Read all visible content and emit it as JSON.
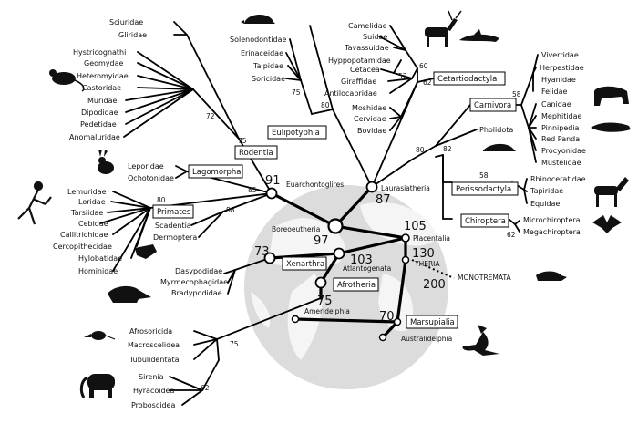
{
  "taxa": {
    "sciuridae": "Sciuridae",
    "gliridae": "Gliridae",
    "hystricognathi": "Hystricognathi",
    "geomydae": "Geomydae",
    "heteromyidae": "Heteromyidae",
    "castoridae": "Castoridae",
    "muridae": "Muridae",
    "dipodidae": "Dipodidae",
    "pedetidae": "Pedetidae",
    "anomaluridae": "Anomaluridae",
    "leporidae": "Leporidae",
    "ochotonidae": "Ochotonidae",
    "lemuridae": "Lemuridae",
    "loridae": "Loridae",
    "tarsiidae": "Tarsiidae",
    "cebidae": "Cebidae",
    "callitrichidae": "Callitrichidae",
    "cercopithecidae": "Cercopithecidae",
    "hylobatidae": "Hylobatidae",
    "hominidae": "Hominidae",
    "scadentia": "Scadentia",
    "dermoptera": "Dermoptera",
    "solenodontidae": "Solenodontidae",
    "erinaceidae": "Erinaceidae",
    "talpidae": "Talpidae",
    "soricidae": "Soricidae",
    "camelidae": "Camelidae",
    "suidae": "Suidae",
    "tavassuidae": "Tavassuidae",
    "hyppopotamidae": "Hyppopotamidae",
    "cetacea": "Cetacea",
    "giraffidae": "Giraffidae",
    "antilocapridae": "Antilocapridae",
    "moshidae": "Moshidae",
    "cervidae": "Cervidae",
    "bovidae": "Bovidae",
    "viverridae": "Viverridae",
    "herpestidae": "Herpestidae",
    "hyanidae": "Hyanidae",
    "felidae": "Felidae",
    "canidae": "Canidae",
    "mephitidae": "Mephitidae",
    "pinnipedia": "Pinnipedia",
    "red_panda": "Red Panda",
    "procyonidae": "Procyonidae",
    "mustelidae": "Mustelidae",
    "pholidota": "Pholidota",
    "rhinoceratidae": "Rhinoceratidae",
    "tapiridae": "Tapiridae",
    "equidae": "Equidae",
    "microchiroptera": "Microchiroptera",
    "megachiroptera": "Megachiroptera",
    "dasypodidae": "Dasypodidae",
    "myrmecophagidae": "Myrmecophagidae",
    "bradypodidae": "Bradypodidae",
    "afrosoricida": "Afrosoricida",
    "macroscelidea": "Macroscelidea",
    "tubulidentata": "Tubulidentata",
    "sirenia": "Sirenia",
    "hyracoidea": "Hyracoidea",
    "proboscidea": "Proboscidea",
    "monotremata": "MONOTREMATA"
  },
  "boxed_clades": {
    "rodentia": "Rodentia",
    "lagomorpha": "Lagomorpha",
    "primates": "Primates",
    "eulipotyphla": "Eulipotyphla",
    "cetartiodactyla": "Cetartiodactyla",
    "carnivora": "Carnivora",
    "perissodactyla": "Perissodactyla",
    "chiroptera": "Chiroptera",
    "xenarthra": "Xenarthra",
    "afrotheria": "Afrotheria",
    "marsupialia": "Marsupialia"
  },
  "nodes": {
    "euarchontoglires": "Euarchontoglires",
    "laurasiatheria": "Laurasiatheria",
    "boreoeutheria": "Boreoeutheria",
    "placentalia": "Placentalia",
    "theria": "THERIA",
    "atlantogenata": "Atlantogenata",
    "ameridelphia": "Ameridelphia",
    "australidelphia": "Australidelphia"
  },
  "ages_major": {
    "euarchontoglires": "91",
    "laurasiatheria": "87",
    "boreoeutheria": "97",
    "placentalia": "105",
    "theria": "130",
    "monotremata": "200",
    "xenarthra": "73",
    "atlantogenata": "103",
    "afrotheria": "75",
    "marsupialia": "70"
  },
  "ages_minor": {
    "rodent_inner": "72",
    "rodentia": "75",
    "primates": "80",
    "euarch_inner": "85",
    "dermoptera": "88",
    "eulip_inner": "75",
    "eulipotyphla": "80",
    "cet_52": "52",
    "cet_60": "60",
    "cet_62": "62",
    "carnivora": "58",
    "laur_80": "80",
    "laur_82": "82",
    "perissodactyla": "58",
    "chiroptera": "62",
    "afro_75": "75",
    "afro_62": "62"
  },
  "silhouettes": {
    "rat": "rat-icon",
    "hedgehog": "hedgehog-icon",
    "deer": "deer-icon",
    "dolphin": "dolphin-icon",
    "rabbit": "rabbit-icon",
    "monkey": "monkey-icon",
    "lemur": "lemur-icon",
    "anteater": "anteater-icon",
    "lion": "lion-icon",
    "seal": "seal-icon",
    "pangolin": "pangolin-icon",
    "horse": "horse-icon",
    "bat": "bat-icon",
    "platypus": "platypus-icon",
    "shrew": "elephant-shrew-icon",
    "elephant": "elephant-icon",
    "kangaroo": "kangaroo-icon"
  },
  "colors": {
    "globe": "#c8c8c8",
    "branch": "#000000"
  }
}
